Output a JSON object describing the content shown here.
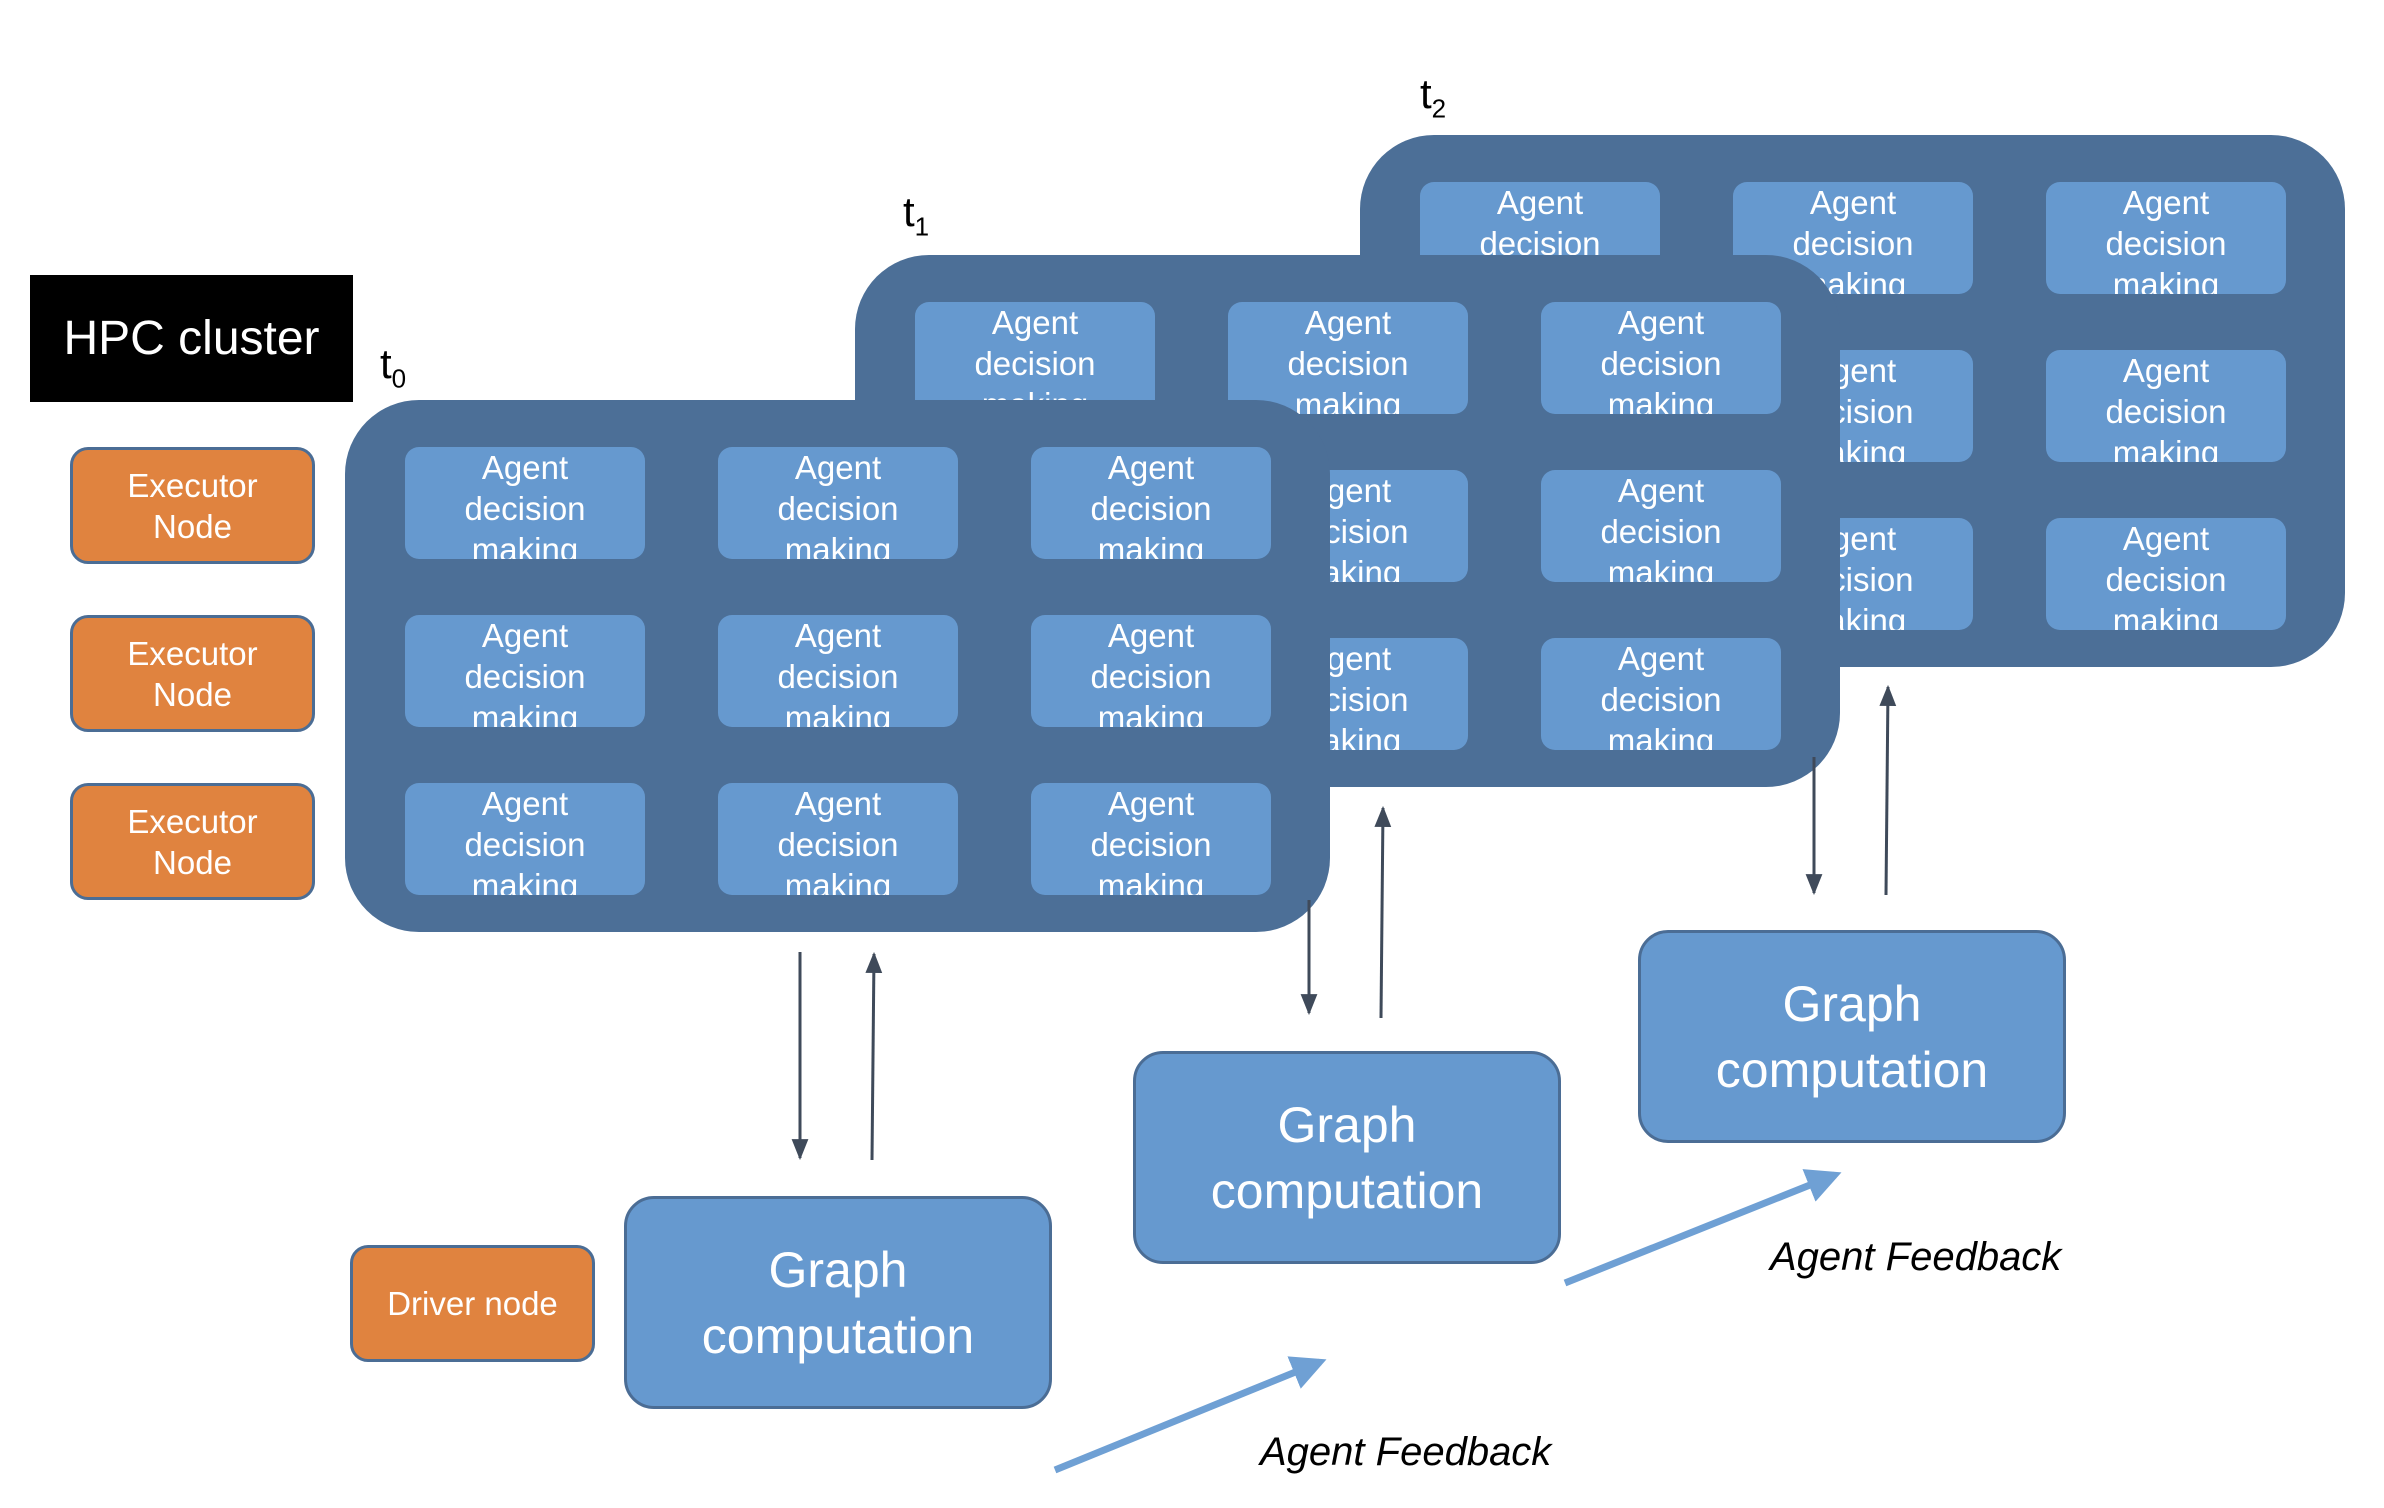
{
  "hpc_label": "HPC cluster",
  "executor_nodes": [
    "Executor\nNode",
    "Executor\nNode",
    "Executor\nNode"
  ],
  "driver_node": "Driver node",
  "timesteps": [
    {
      "t": "t",
      "sub": "0"
    },
    {
      "t": "t",
      "sub": "1"
    },
    {
      "t": "t",
      "sub": "2"
    }
  ],
  "agent_box": {
    "line1": "Agent",
    "line2": "decision",
    "line3": "making"
  },
  "graph_box": {
    "line1": "Graph",
    "line2": "computation"
  },
  "feedback_label": "Agent Feedback",
  "colors": {
    "panel": "#4c6f97",
    "agent": "#6699cf",
    "node": "#e0833f",
    "arrow": "#6fa0d4"
  }
}
